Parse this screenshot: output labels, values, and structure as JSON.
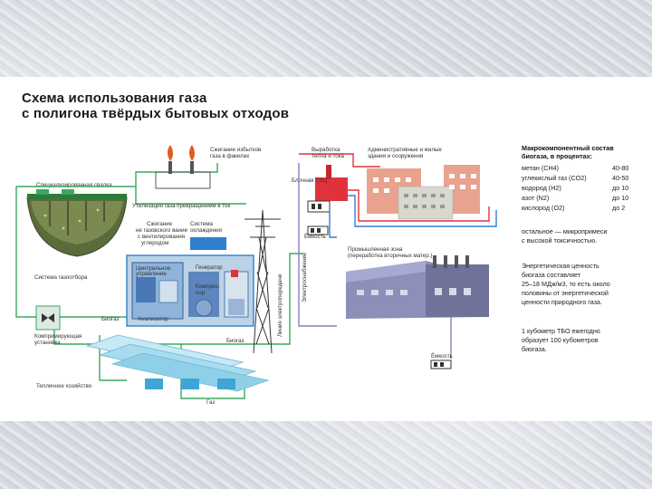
{
  "title": {
    "line1": "Схема использования газа",
    "line2": "с полигона твёрдых бытовых отходов"
  },
  "labels": {
    "flare": [
      "Сжигание избытков",
      "газа в факелах"
    ],
    "heat_power": [
      "Выработка",
      "тепла и тока"
    ],
    "admin": [
      "Административные и жилые",
      "здания и сооружения"
    ],
    "boiler": "Блочная ТЭЦ",
    "landfill": "Специализированная свалка",
    "electricity_use": "Утилизация газа превращением в ток",
    "gas_purification": [
      "Сжигание",
      "не газовского вание",
      "с вентилирования",
      "углеродом"
    ],
    "cooling": [
      "Система",
      "охлаждения"
    ],
    "control": [
      "Центральное",
      "управление"
    ],
    "generator": "Генератор",
    "compressor": [
      "Компрес-",
      "сор"
    ],
    "analyzer": "Анализатор",
    "biogas": "Биогаз",
    "power_line": "Линия электропередачи",
    "tank_top": "Ёмкость",
    "industrial": [
      "Промышленная зона",
      "(переработка вторичных матер.)"
    ],
    "electric_supply": "Электроснабжение",
    "gas_pipeline": "Система газоотбора",
    "compressor_station": [
      "Компримирующая",
      "установка"
    ],
    "biogas_bottom": "Биогаз",
    "greenhouses": "Тепличное хозяйство",
    "heat": "Газ",
    "tank_bottom": "Ёмкость"
  },
  "composition": {
    "heading": [
      "Макрокомпонентный состав",
      "биогаза, в процентах:"
    ],
    "rows": [
      {
        "name": "метан (CH4)",
        "value": "40-80"
      },
      {
        "name": "углекислый газ (CO2)",
        "value": "40-50"
      },
      {
        "name": "водород (H2)",
        "value": "до 10"
      },
      {
        "name": "азот (N2)",
        "value": "до 10"
      },
      {
        "name": "кислород (O2)",
        "value": "до 2"
      }
    ],
    "rest": [
      "остальное — микропримеси",
      "с высокой токсичностью."
    ],
    "energy": [
      "Энергетическая ценность",
      "биогаза составляет",
      "25–18 МДж/м3, то есть около",
      "половины от энергетической",
      "ценности природного газа."
    ],
    "cube": [
      "1 кубометр ТБО ежегодно",
      "образует 100 кубометров",
      "биогаза."
    ]
  },
  "colors": {
    "pipe_green": "#3aa860",
    "pipe_red": "#e0323c",
    "pipe_violet": "#8c7cc0",
    "pipe_blue": "#2f7fd0",
    "building_salmon": "#e8a28e",
    "factory": "#8c8fb8",
    "greenhouse": "#8fd0e8",
    "machine_room": "#bcd2e6"
  }
}
